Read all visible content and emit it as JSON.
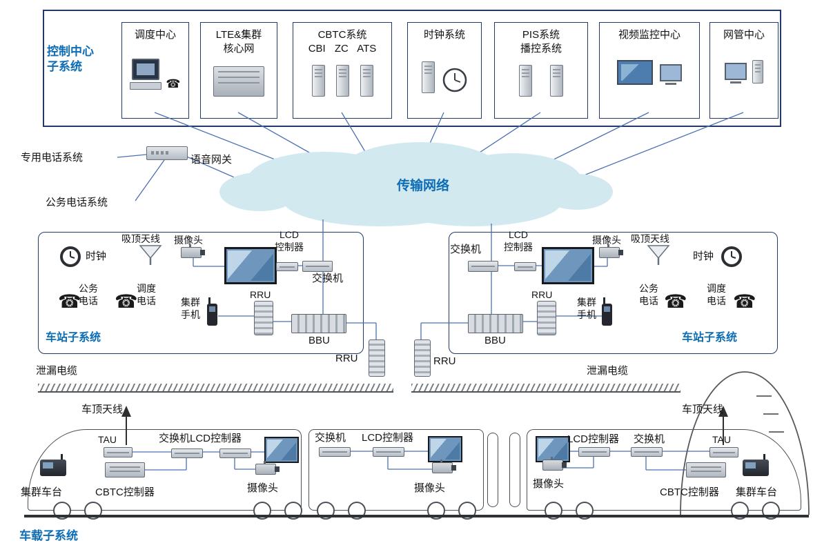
{
  "colors": {
    "accent_blue": "#0c6cb4",
    "box_border_navy": "#20386a",
    "connector_blue": "#4a6fb5",
    "cloud_fill": "#d2e9ef"
  },
  "icons": {
    "phone": "☎"
  },
  "control_center": {
    "label": "控制中心\n子系统",
    "boxes": [
      {
        "title": "调度中心"
      },
      {
        "title": "LTE&集群",
        "subtitle": "核心网"
      },
      {
        "title": "CBTC系统",
        "subtitle": "CBI ZC ATS"
      },
      {
        "title": "时钟系统"
      },
      {
        "title": "PIS系统",
        "subtitle": "播控系统"
      },
      {
        "title": "视频监控中心"
      },
      {
        "title": "网管中心"
      }
    ]
  },
  "phones": {
    "dedicated": "专用电话系统",
    "business": "公务电话系统",
    "gateway": "语音网关"
  },
  "cloud": {
    "label": "传输网络"
  },
  "station_left": {
    "title": "车站子系统",
    "clock": "时钟",
    "ceiling_antenna": "吸顶天线",
    "camera": "摄像头",
    "lcd_controller": "LCD\n控制器",
    "switch": "交换机",
    "business_phone": "公务\n电话",
    "dispatch_phone": "调度\n电话",
    "cluster_handset": "集群\n手机",
    "rru": "RRU",
    "bbu": "BBU"
  },
  "station_right": {
    "title": "车站子系统",
    "clock": "时钟",
    "ceiling_antenna": "吸顶天线",
    "camera": "摄像头",
    "lcd_controller": "LCD\n控制器",
    "switch": "交换机",
    "business_phone": "公务\n电话",
    "dispatch_phone": "调度\n电话",
    "cluster_handset": "集群\n手机",
    "rru": "RRU",
    "bbu": "BBU"
  },
  "tunnel": {
    "rru_left": "RRU",
    "rru_right": "RRU",
    "leaky_cable_left": "泄漏电缆",
    "leaky_cable_right": "泄漏电缆"
  },
  "train": {
    "title": "车载子系统",
    "roof_antenna_left": "车顶天线",
    "roof_antenna_right": "车顶天线",
    "tau_left": "TAU",
    "tau_right": "TAU",
    "car1_devices": "交换机LCD控制器",
    "car2_switch": "交换机",
    "car2_lcd_controller": "LCD控制器",
    "car3_lcd_controller": "LCD控制器",
    "car3_switch": "交换机",
    "camera_left": "摄像头",
    "camera_middle": "摄像头",
    "camera_right": "摄像头",
    "cbtc_left": "CBTC控制器",
    "cbtc_right": "CBTC控制器",
    "cluster_radio_left": "集群车台",
    "cluster_radio_right": "集群车台"
  }
}
